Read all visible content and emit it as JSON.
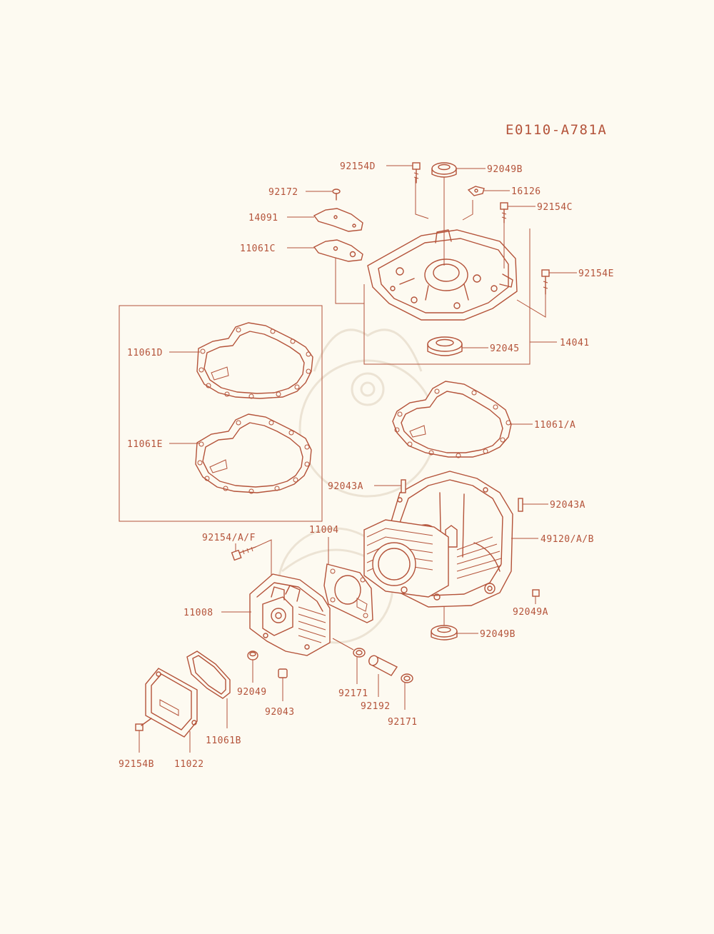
{
  "diagram_ref": "E0110-A781A",
  "accent_color": "#b4533a",
  "background_color": "#fdfaf1",
  "parts": [
    {
      "id": "p-92154D",
      "label": "92154D"
    },
    {
      "id": "p-92049B-top",
      "label": "92049B"
    },
    {
      "id": "p-92172",
      "label": "92172"
    },
    {
      "id": "p-16126",
      "label": "16126"
    },
    {
      "id": "p-92154C",
      "label": "92154C"
    },
    {
      "id": "p-14091",
      "label": "14091"
    },
    {
      "id": "p-11061C",
      "label": "11061C"
    },
    {
      "id": "p-92154E",
      "label": "92154E"
    },
    {
      "id": "p-92045",
      "label": "92045"
    },
    {
      "id": "p-14041",
      "label": "14041"
    },
    {
      "id": "p-11061D",
      "label": "11061D"
    },
    {
      "id": "p-11061E",
      "label": "11061E"
    },
    {
      "id": "p-11061A",
      "label": "11061/A"
    },
    {
      "id": "p-92043A-left",
      "label": "92043A"
    },
    {
      "id": "p-92043A-right",
      "label": "92043A"
    },
    {
      "id": "p-92154AF",
      "label": "92154/A/F"
    },
    {
      "id": "p-11004",
      "label": "11004"
    },
    {
      "id": "p-49120",
      "label": "49120/A/B"
    },
    {
      "id": "p-11008",
      "label": "11008"
    },
    {
      "id": "p-92049A",
      "label": "92049A"
    },
    {
      "id": "p-92049B-bottom",
      "label": "92049B"
    },
    {
      "id": "p-92049",
      "label": "92049"
    },
    {
      "id": "p-92043",
      "label": "92043"
    },
    {
      "id": "p-92171-left",
      "label": "92171"
    },
    {
      "id": "p-92192",
      "label": "92192"
    },
    {
      "id": "p-92171-right",
      "label": "92171"
    },
    {
      "id": "p-11061B",
      "label": "11061B"
    },
    {
      "id": "p-92154B",
      "label": "92154B"
    },
    {
      "id": "p-11022",
      "label": "11022"
    }
  ]
}
